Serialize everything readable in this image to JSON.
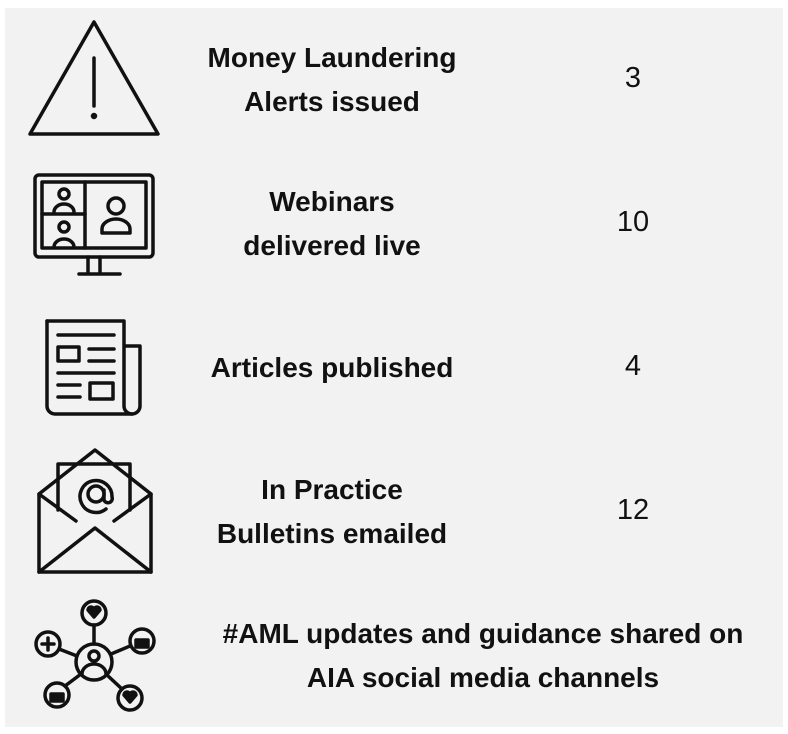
{
  "rows": [
    {
      "label_line1": "Money Laundering",
      "label_line2": "Alerts issued",
      "value": "3",
      "icon": "warning-triangle-icon"
    },
    {
      "label_line1": "Webinars",
      "label_line2": "delivered live",
      "value": "10",
      "icon": "video-conference-monitor-icon"
    },
    {
      "label_line1": "Articles published",
      "value": "4",
      "icon": "newspaper-icon"
    },
    {
      "label_line1": "In Practice",
      "label_line2": "Bulletins emailed",
      "value": "12",
      "icon": "email-envelope-icon"
    },
    {
      "label_line1": "#AML updates and guidance shared on",
      "label_line2": "AIA social media channels",
      "icon": "social-network-icon"
    }
  ]
}
